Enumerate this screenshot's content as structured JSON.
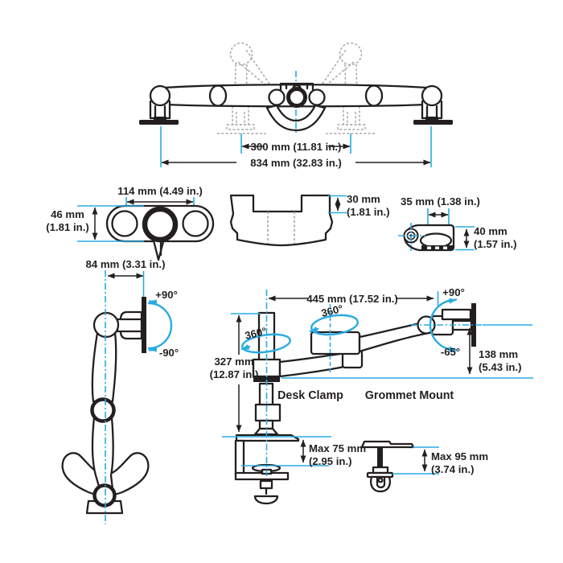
{
  "page": {
    "title": "Monitor arm mounting dimensions diagram",
    "background": "#ffffff"
  },
  "colors": {
    "line": "#231f20",
    "accent_cyan": "#29abe2",
    "ghost_gray": "#a7a9ac"
  },
  "front_view": {
    "monitor_spacing": "300 mm (11.81 in.)",
    "overall_width": "834 mm (32.83 in.)"
  },
  "head_top_view": {
    "width": "114 mm (4.49 in.)",
    "depth_line1": "46 mm",
    "depth_line2": "(1.81 in.)"
  },
  "bracket_front_view": {
    "height_line1": "30 mm",
    "height_line2": "(1.81 in.)"
  },
  "pivot_side_view": {
    "width": "35 mm (1.38 in.)",
    "height_line1": "40 mm",
    "height_line2": "(1.57 in.)"
  },
  "arm_top_view": {
    "depth": "84 mm (3.31 in.)",
    "swivel_up": "+90°",
    "swivel_down": "-90°"
  },
  "arm_side_view": {
    "reach": "445 mm (17.52 in.)",
    "pole_rotation": "360°",
    "joint_rotation": "360°",
    "tilt_up": "+90°",
    "tilt_down": "-65°",
    "pole_height_line1": "327 mm",
    "pole_height_line2": "(12.87 in.)",
    "height_range_line1": "138 mm",
    "height_range_line2": "(5.43 in.)",
    "desk_clamp_label": "Desk Clamp",
    "grommet_label": "Grommet Mount",
    "clamp_thickness_line1": "Max 75 mm",
    "clamp_thickness_line2": "(2.95 in.)",
    "grommet_thickness_line1": "Max 95 mm",
    "grommet_thickness_line2": "(3.74 in.)"
  }
}
